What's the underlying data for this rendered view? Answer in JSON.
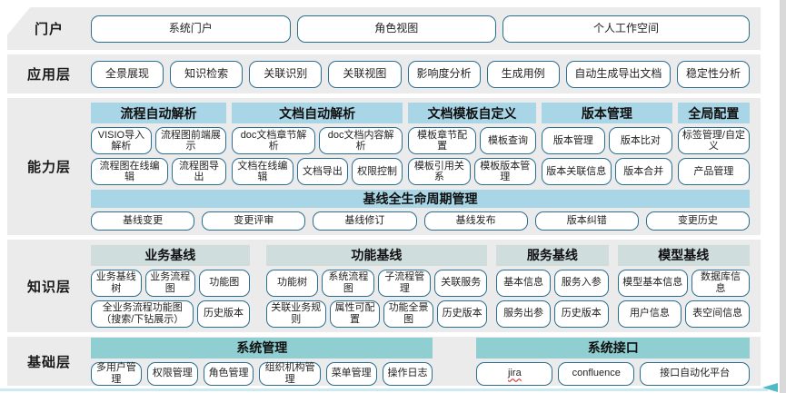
{
  "portal": {
    "label": "门户",
    "buttons": [
      "系统门户",
      "角色视图",
      "个人工作空间"
    ]
  },
  "application": {
    "label": "应用层",
    "buttons": [
      "全景展现",
      "知识检索",
      "关联识别",
      "关联视图",
      "影响度分析",
      "生成用例",
      "自动生成导出文档",
      "稳定性分析"
    ]
  },
  "capability": {
    "label": "能力层",
    "groups": [
      {
        "title": "流程自动解析",
        "rows": [
          [
            "VISIO导入解析",
            "流程图前端展示"
          ],
          [
            "流程图在线编辑",
            "流程图导出"
          ]
        ]
      },
      {
        "title": "文档自动解析",
        "rows": [
          [
            "doc文档章节解析",
            "doc文档内容解析"
          ],
          [
            "文档在线编辑",
            "文档导出",
            "权限控制"
          ]
        ]
      },
      {
        "title": "文档模板自定义",
        "rows": [
          [
            "模板章节配置",
            "模板查询"
          ],
          [
            "模板引用关系",
            "模板版本管理"
          ]
        ]
      },
      {
        "title": "版本管理",
        "rows": [
          [
            "版本管理",
            "版本比对"
          ],
          [
            "版本关联信息",
            "版本合并"
          ]
        ]
      },
      {
        "title": "全局配置",
        "rows": [
          [
            "标签管理/自定义"
          ],
          [
            "产品管理"
          ]
        ]
      }
    ],
    "baseline": {
      "title": "基线全生命周期管理",
      "buttons": [
        "基线变更",
        "变更评审",
        "基线修订",
        "基线发布",
        "版本纠错",
        "变更历史"
      ]
    }
  },
  "knowledge": {
    "label": "知识层",
    "groups": [
      {
        "title": "业务基线",
        "rows": [
          [
            "业务基线树",
            "业务流程图",
            "功能图"
          ],
          [
            "全业务流程功能图（搜索/下钻展示）",
            "历史版本"
          ]
        ]
      },
      {
        "title": "功能基线",
        "rows": [
          [
            "功能树",
            "系统流程图",
            "子流程管理",
            "关联服务"
          ],
          [
            "关联业务规则",
            "属性可配置",
            "功能全景图",
            "历史版本"
          ]
        ]
      },
      {
        "title": "服务基线",
        "rows": [
          [
            "基本信息",
            "服务入参"
          ],
          [
            "服务出参",
            "历史版本"
          ]
        ]
      },
      {
        "title": "模型基线",
        "rows": [
          [
            "模型基本信息",
            "数据库信息"
          ],
          [
            "用户信息",
            "表空间信息"
          ]
        ]
      }
    ]
  },
  "foundation": {
    "label": "基础层",
    "spellcheck_flagged": "jira",
    "groups": [
      {
        "title": "系统管理",
        "buttons": [
          "多用户管理",
          "权限管理",
          "角色管理",
          "组织机构管理",
          "菜单管理",
          "操作日志"
        ]
      },
      {
        "title": "系统接口",
        "buttons": [
          "jira",
          "confluence",
          "接口自动化平台"
        ]
      }
    ]
  },
  "colors": {
    "band_background": "#ebebeb",
    "capability_header": "#a9d6e7",
    "knowledge_header": "#cfdddd",
    "foundation_header": "#8fcfd1",
    "baseline_band": "#a9d6e7",
    "button_border": "#2a6f92",
    "bottom_line": "#cde9f2",
    "arrowhead": "#4fb9c6",
    "spellcheck_underline": "#e03131"
  }
}
